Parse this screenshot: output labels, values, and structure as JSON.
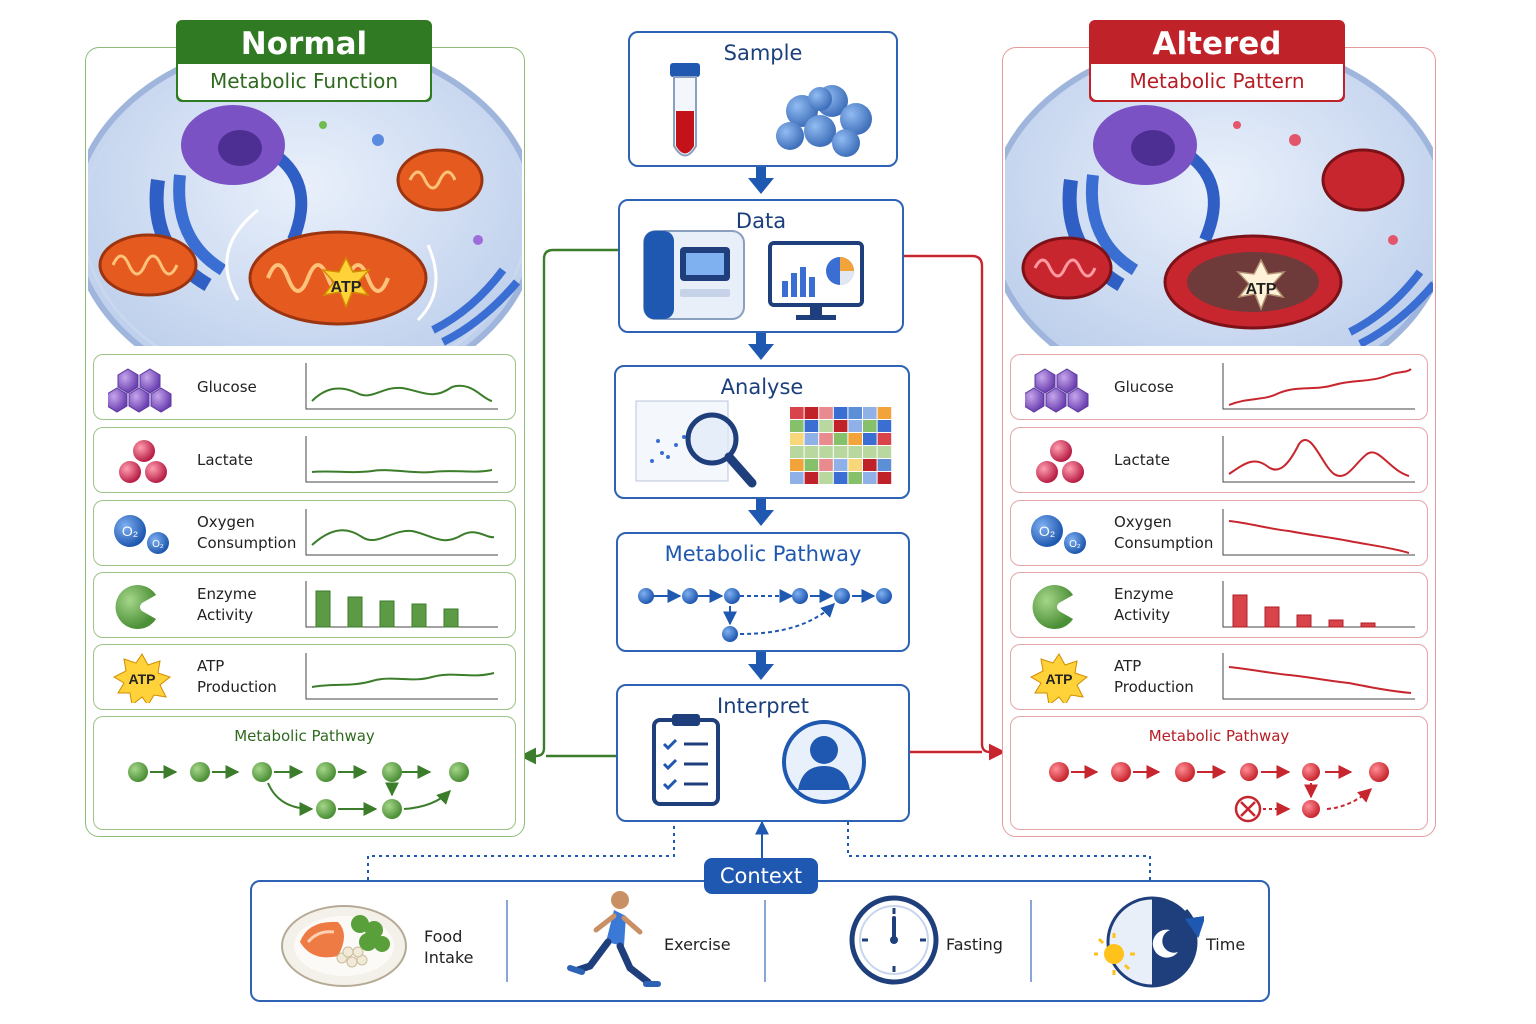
{
  "normal": {
    "title": "Normal",
    "subtitle": "Metabolic Function",
    "rows": [
      {
        "label": "Glucose"
      },
      {
        "label": "Lactate"
      },
      {
        "label": "Oxygen\nConsumption"
      },
      {
        "label": "Enzyme\nActivity"
      },
      {
        "label": "ATP\nProduction"
      }
    ],
    "pathway_label": "Metabolic Pathway",
    "atp_label": "ATP"
  },
  "altered": {
    "title": "Altered",
    "subtitle": "Metabolic Pattern",
    "rows": [
      {
        "label": "Glucose"
      },
      {
        "label": "Lactate"
      },
      {
        "label": "Oxygen\nConsumption"
      },
      {
        "label": "Enzyme\nActivity"
      },
      {
        "label": "ATP\nProduction"
      }
    ],
    "pathway_label": "Metabolic Pathway",
    "atp_label": "ATP"
  },
  "flow": {
    "sample": "Sample",
    "data": "Data",
    "analyse": "Analyse",
    "pathway": "Metabolic Pathway",
    "interpret": "Interpret"
  },
  "context": {
    "title": "Context",
    "items": [
      {
        "label": "Food\nIntake"
      },
      {
        "label": "Exercise"
      },
      {
        "label": "Fasting"
      },
      {
        "label": "Time"
      }
    ]
  },
  "colors": {
    "normal": "#2f7a23",
    "altered": "#c0222a",
    "flow": "#1f58b0"
  },
  "icons": [
    "hexagon-cluster-icon",
    "sphere-cluster-icon",
    "oxygen-molecule-icon",
    "enzyme-icon",
    "atp-star-icon",
    "test-tube-icon",
    "cells-icon",
    "analyzer-machine-icon",
    "monitor-chart-icon",
    "magnifier-icon",
    "heatmap-icon",
    "clipboard-icon",
    "person-icon",
    "food-plate-icon",
    "runner-icon",
    "clock-icon",
    "day-night-icon"
  ]
}
